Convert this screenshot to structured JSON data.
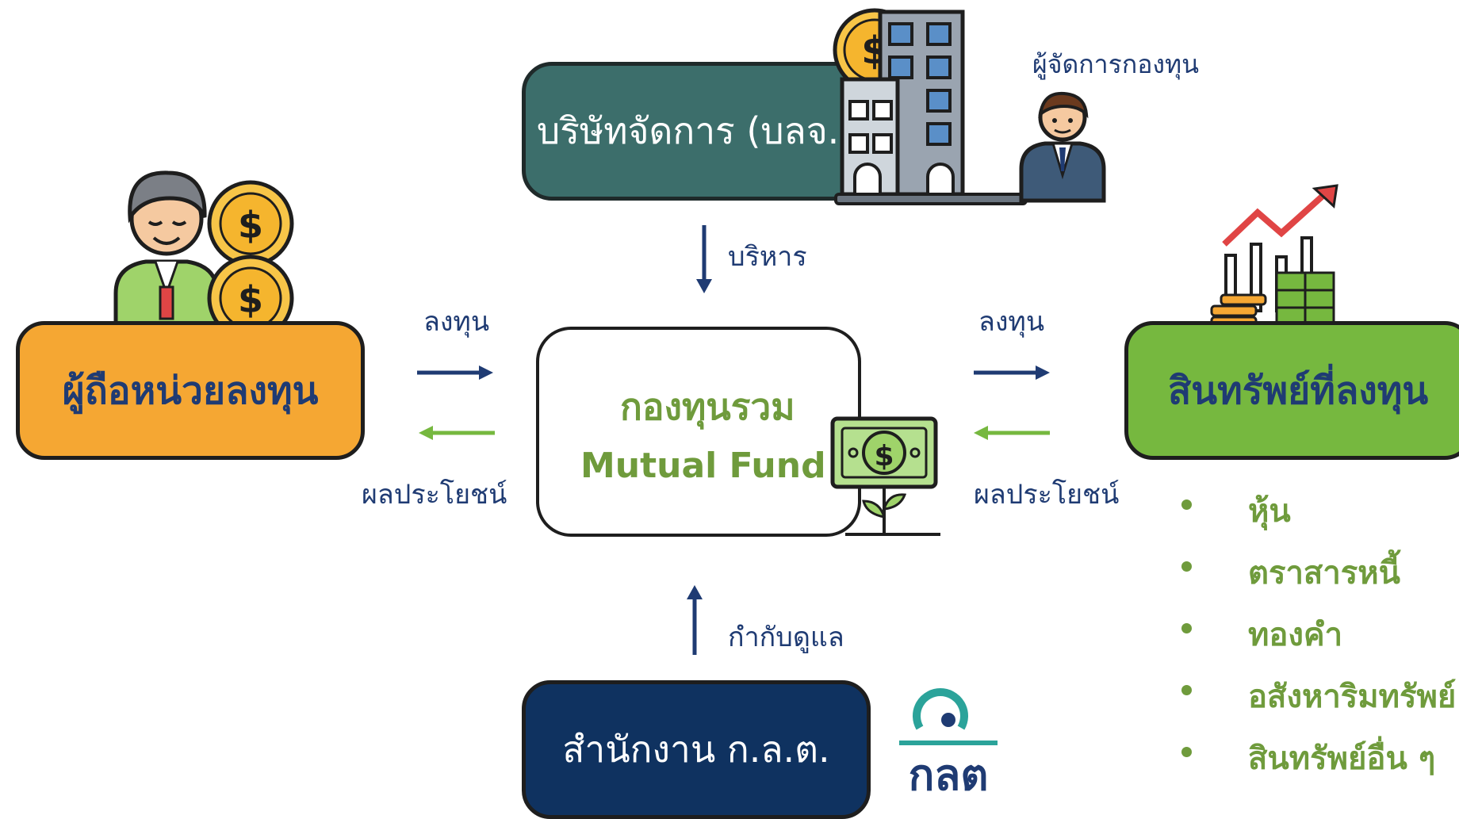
{
  "company": {
    "label": "บริษัทจัดการ (บลจ.)",
    "manager_label": "ผู้จัดการกองทุน"
  },
  "investor": {
    "label": "ผู้ถือหน่วยลงทุน"
  },
  "fund": {
    "label_th": "กองทุนรวม",
    "label_en": "Mutual Fund"
  },
  "assets": {
    "label": "สินทรัพย์ที่ลงทุน",
    "items": [
      "หุ้น",
      "ตราสารหนี้",
      "ทองคำ",
      "อสังหาริมทรัพย์",
      "สินทรัพย์อื่น ๆ"
    ]
  },
  "regulator": {
    "label": "สำนักงาน ก.ล.ต.",
    "logo_text": "กลต"
  },
  "flows": {
    "manage": "บริหาร",
    "supervise": "กำกับดูแล",
    "invest_left": "ลงทุน",
    "benefit_left": "ผลประโยชน์",
    "invest_right": "ลงทุน",
    "benefit_right": "ผลประโยชน์"
  },
  "icons": [
    "dollar-coin-icon",
    "building-icon",
    "businessman-icon",
    "investor-person-icon",
    "coin-stack-icon",
    "growth-chart-icon",
    "money-plant-icon"
  ],
  "colors": {
    "navy": "#1f3b73",
    "green": "#76b83f",
    "orange": "#f5a733",
    "teal": "#3c6e6b",
    "dark_navy": "#0f3260"
  }
}
